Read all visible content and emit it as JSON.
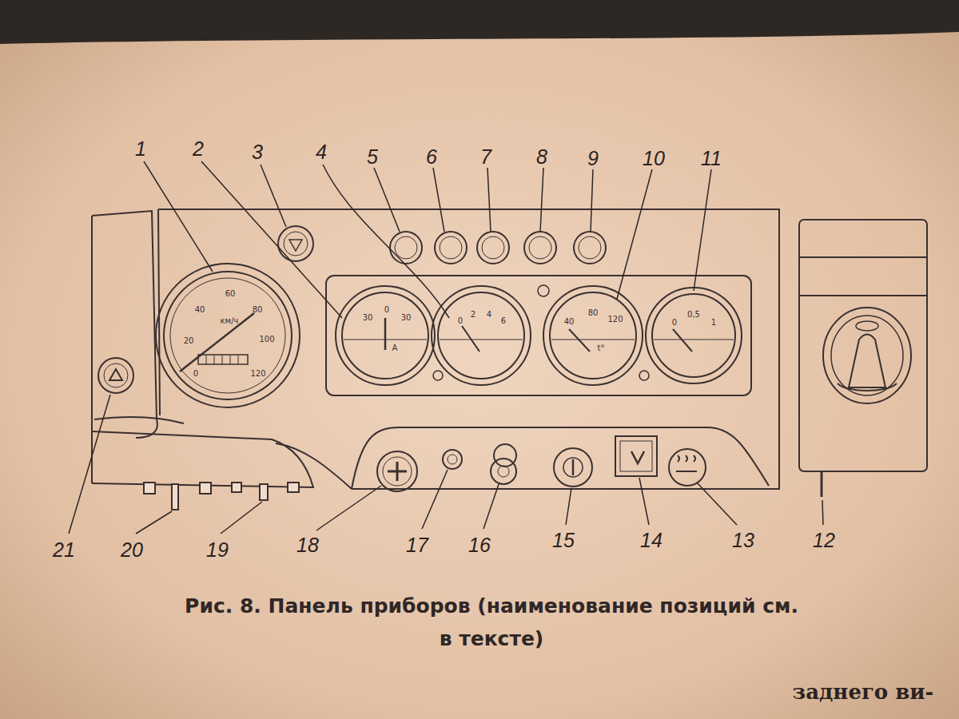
{
  "diagram": {
    "caption": "Рис. 8. Панель приборов (наименование позиций см. в тексте)",
    "labels": [
      "1",
      "2",
      "3",
      "4",
      "5",
      "6",
      "7",
      "8",
      "9",
      "10",
      "11",
      "12",
      "13",
      "14",
      "15",
      "16",
      "17",
      "18",
      "19",
      "20",
      "21",
      "0",
      "20",
      "40",
      "60",
      "80",
      "100",
      "120",
      "км/ч",
      "30",
      "0",
      "30",
      "А",
      "0",
      "2",
      "4",
      "6",
      "40",
      "80",
      "120",
      "t°",
      "0",
      "0,5",
      "1",
      "заднего ви-"
    ]
  }
}
